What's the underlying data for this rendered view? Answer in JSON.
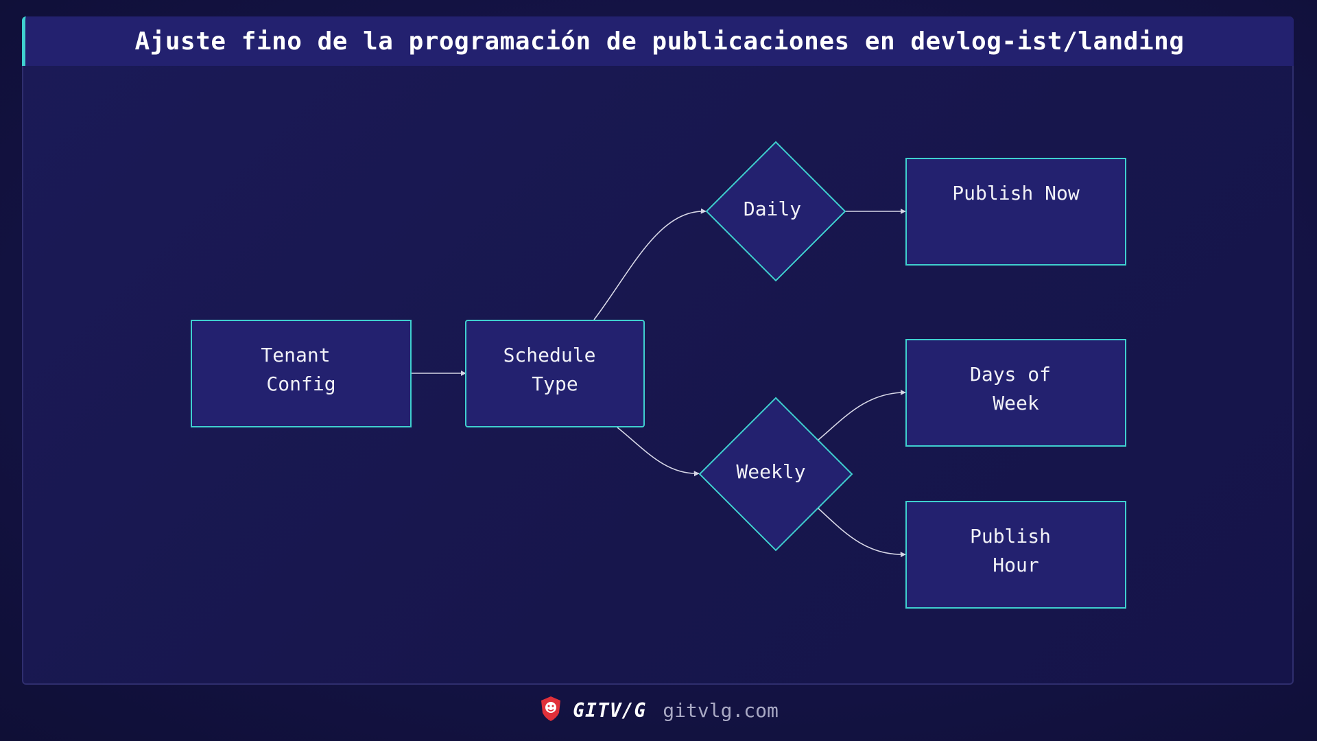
{
  "title": "Ajuste fino de la programación de publicaciones en devlog-ist/landing",
  "diagram": {
    "nodes": {
      "tenant_config": {
        "line1": "Tenant",
        "line2": "Config"
      },
      "schedule_type": {
        "line1": "Schedule",
        "line2": "Type"
      },
      "daily": {
        "label": "Daily"
      },
      "weekly": {
        "label": "Weekly"
      },
      "publish_now": {
        "label": "Publish Now"
      },
      "days_of_week": {
        "line1": "Days of",
        "line2": "Week"
      },
      "publish_hour": {
        "line1": "Publish",
        "line2": "Hour"
      }
    },
    "edges": [
      {
        "from": "Tenant Config",
        "to": "Schedule Type"
      },
      {
        "from": "Schedule Type",
        "to": "Daily"
      },
      {
        "from": "Schedule Type",
        "to": "Weekly"
      },
      {
        "from": "Daily",
        "to": "Publish Now"
      },
      {
        "from": "Weekly",
        "to": "Days of Week"
      },
      {
        "from": "Weekly",
        "to": "Publish Hour"
      }
    ]
  },
  "footer": {
    "brand": "GITV/G",
    "site": "gitvlg.com",
    "logo_icon": "lion-shield-icon"
  },
  "colors": {
    "node_fill": "#23216f",
    "node_border": "#3fd0cf",
    "edge": "#d6d6e6",
    "logo": "#e0303a"
  }
}
